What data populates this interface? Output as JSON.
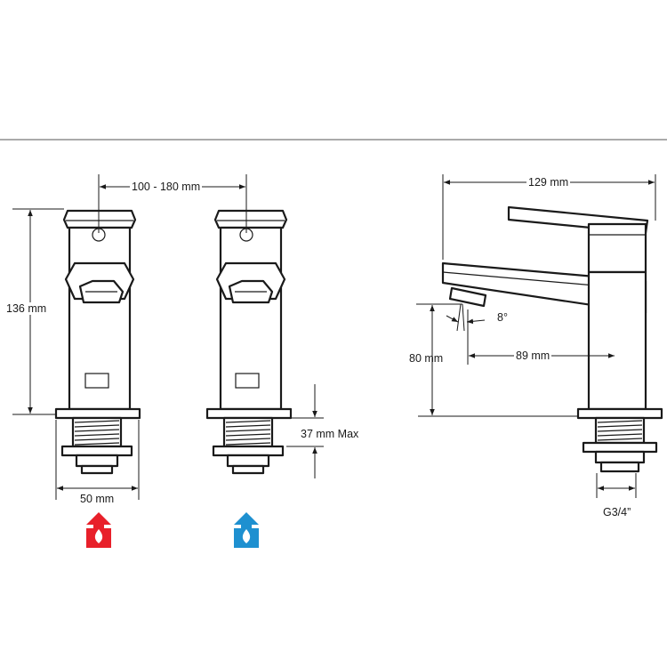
{
  "dimensions": {
    "tap_spacing": "100 - 180 mm",
    "tap_height": "136 mm",
    "base_width": "50 mm",
    "thread_length": "37 mm Max",
    "mixer_length": "129 mm",
    "spout_height": "80 mm",
    "spout_reach": "89 mm",
    "spout_angle": "8°",
    "connection_thread": "G3/4”"
  },
  "indicators": {
    "hot_color": "#e8202a",
    "cold_color": "#1e90d0",
    "hot_icon": "hot-water-icon",
    "cold_icon": "cold-water-icon"
  }
}
